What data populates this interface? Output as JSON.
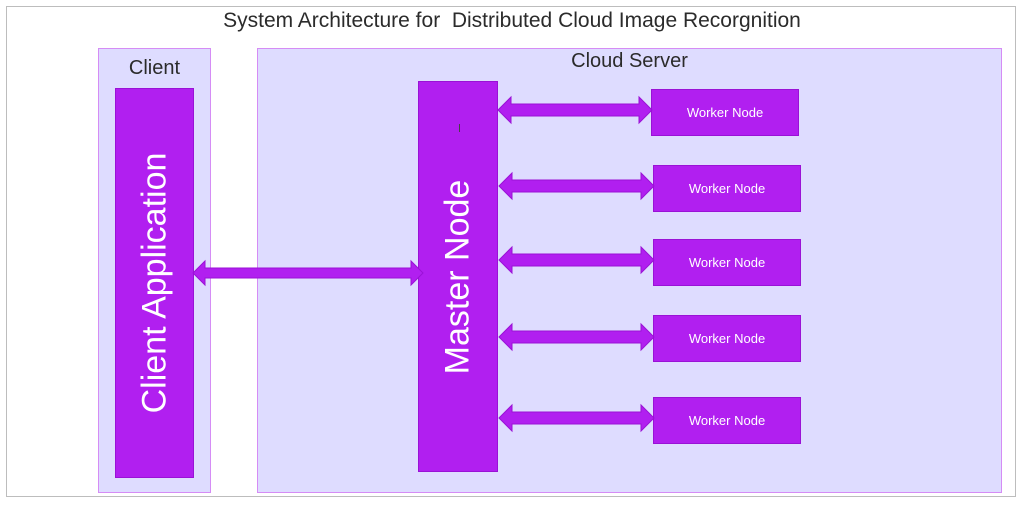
{
  "diagram": {
    "title": "System Architecture for  Distributed Cloud Image Recorgnition",
    "client": {
      "label": "Client",
      "app_label": "Client Application"
    },
    "cloud": {
      "label": "Cloud Server",
      "master_label": "Master Node",
      "workers": [
        "Worker Node",
        "Worker Node",
        "Worker Node",
        "Worker Node",
        "Worker Node"
      ]
    },
    "colors": {
      "node_fill": "#b11ff0",
      "group_fill": "#dedcff",
      "group_border": "#d58cf5"
    }
  }
}
